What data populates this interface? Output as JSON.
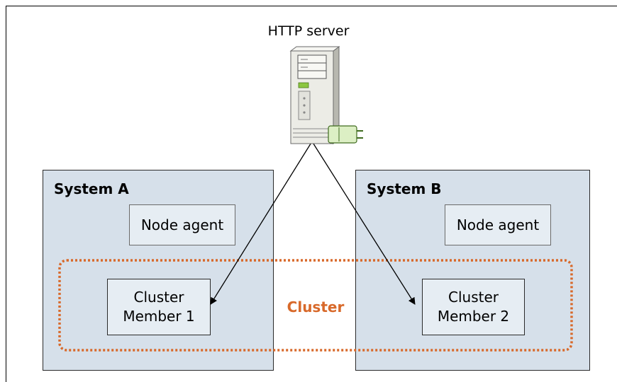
{
  "server": {
    "label": "HTTP server",
    "icon": "server-tower-icon"
  },
  "systems": [
    {
      "title": "System A",
      "node_agent": "Node agent",
      "member": {
        "line1": "Cluster",
        "line2": "Member 1"
      }
    },
    {
      "title": "System B",
      "node_agent": "Node agent",
      "member": {
        "line1": "Cluster",
        "line2": "Member 2"
      }
    }
  ],
  "cluster": {
    "label": "Cluster"
  },
  "colors": {
    "system_fill": "#d6e0ea",
    "inner_box_fill": "#e6edf3",
    "cluster_accent": "#d8692a",
    "line": "#000000"
  }
}
